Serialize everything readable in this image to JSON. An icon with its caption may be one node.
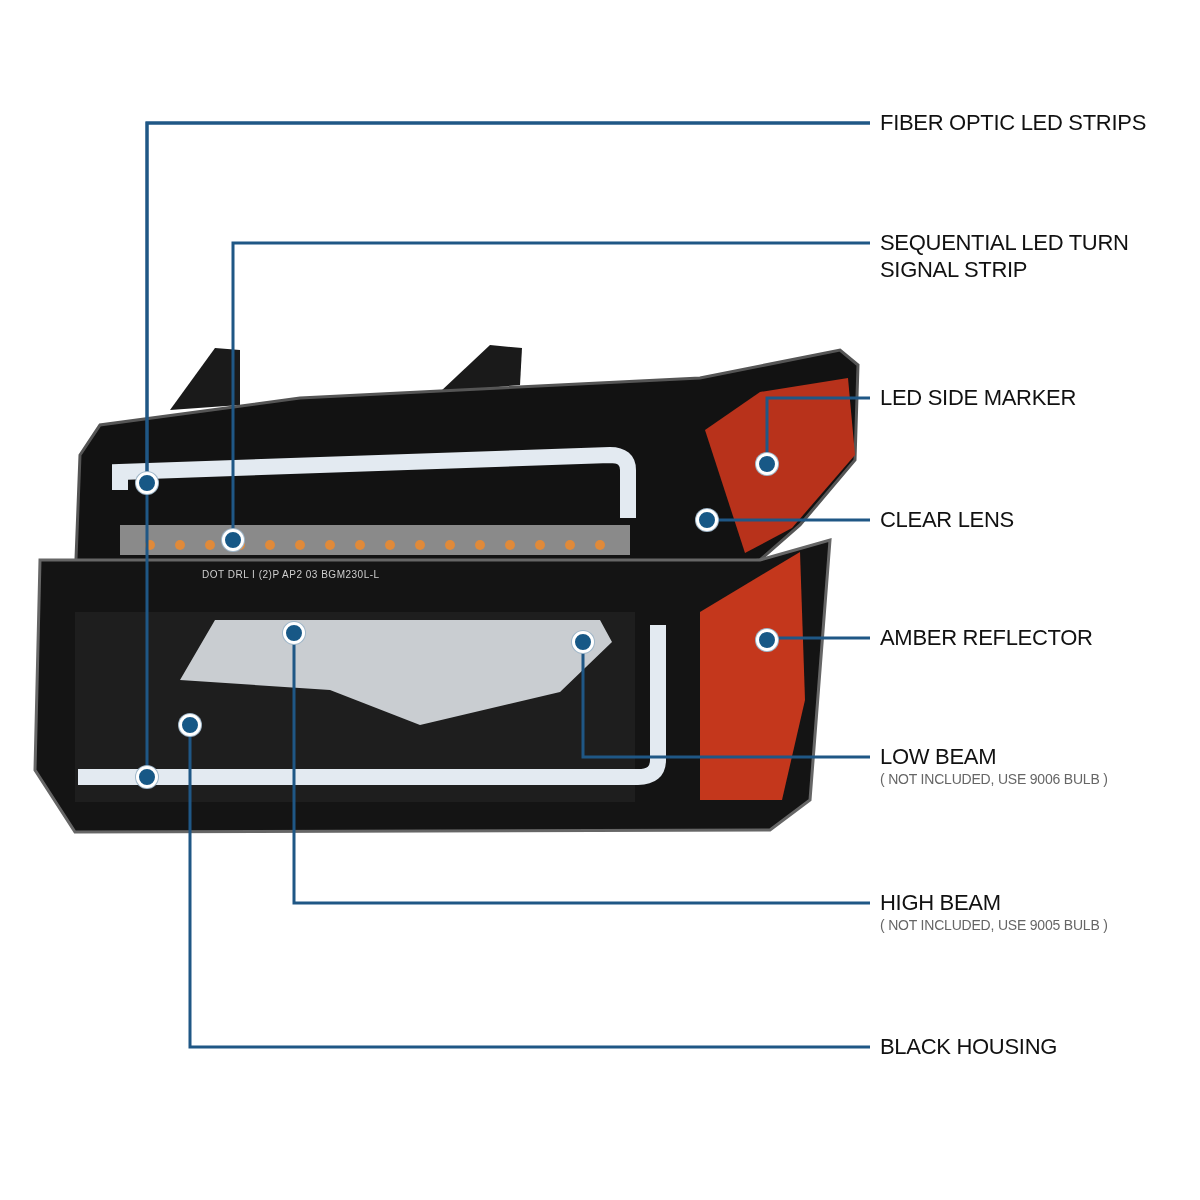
{
  "diagram": {
    "nodes": [
      {
        "text": [
          "FIBER OPTIC LED STRIPS"
        ]
      },
      {
        "text": [
          "SEQUENTIAL LED TURN SIGNAL STRIP"
        ]
      },
      {
        "text": [
          "LED SIDE MARKER"
        ]
      },
      {
        "text": [
          "CLEAR LENS"
        ]
      },
      {
        "text": [
          "AMBER REFLECTOR"
        ]
      },
      {
        "text": [
          "LOW BEAM",
          "( NOT INCLUDED, USE 9006 BULB )"
        ]
      },
      {
        "text": [
          "HIGH BEAM",
          "( NOT INCLUDED, USE 9005 BULB )"
        ]
      },
      {
        "text": [
          "BLACK HOUSING"
        ]
      },
      {
        "text": [],
        "shape": "circle"
      },
      {
        "text": [],
        "shape": "circle"
      },
      {
        "text": [],
        "shape": "circle"
      },
      {
        "text": [],
        "shape": "circle"
      },
      {
        "text": [],
        "shape": "circle"
      },
      {
        "text": [],
        "shape": "circle"
      },
      {
        "text": [],
        "shape": "circle"
      },
      {
        "text": [],
        "shape": "circle"
      },
      {
        "text": [],
        "shape": "circle"
      }
    ],
    "edges": [
      {
        "from": 0,
        "to": 9,
        "arrow": "none"
      },
      {
        "from": 0,
        "to": 16,
        "arrow": "none"
      },
      {
        "from": 1,
        "to": 11,
        "arrow": "none"
      },
      {
        "from": 2,
        "to": 8,
        "arrow": "none"
      },
      {
        "from": 3,
        "to": 10,
        "arrow": "none"
      },
      {
        "from": 4,
        "to": 13,
        "arrow": "none"
      },
      {
        "from": 5,
        "to": 14,
        "arrow": "none"
      },
      {
        "from": 6,
        "to": 12,
        "arrow": "none"
      },
      {
        "from": 7,
        "to": 15,
        "arrow": "none"
      }
    ],
    "labels": [
      "DOT DRL I (2)P AP2 03 BGM230L-L"
    ]
  }
}
